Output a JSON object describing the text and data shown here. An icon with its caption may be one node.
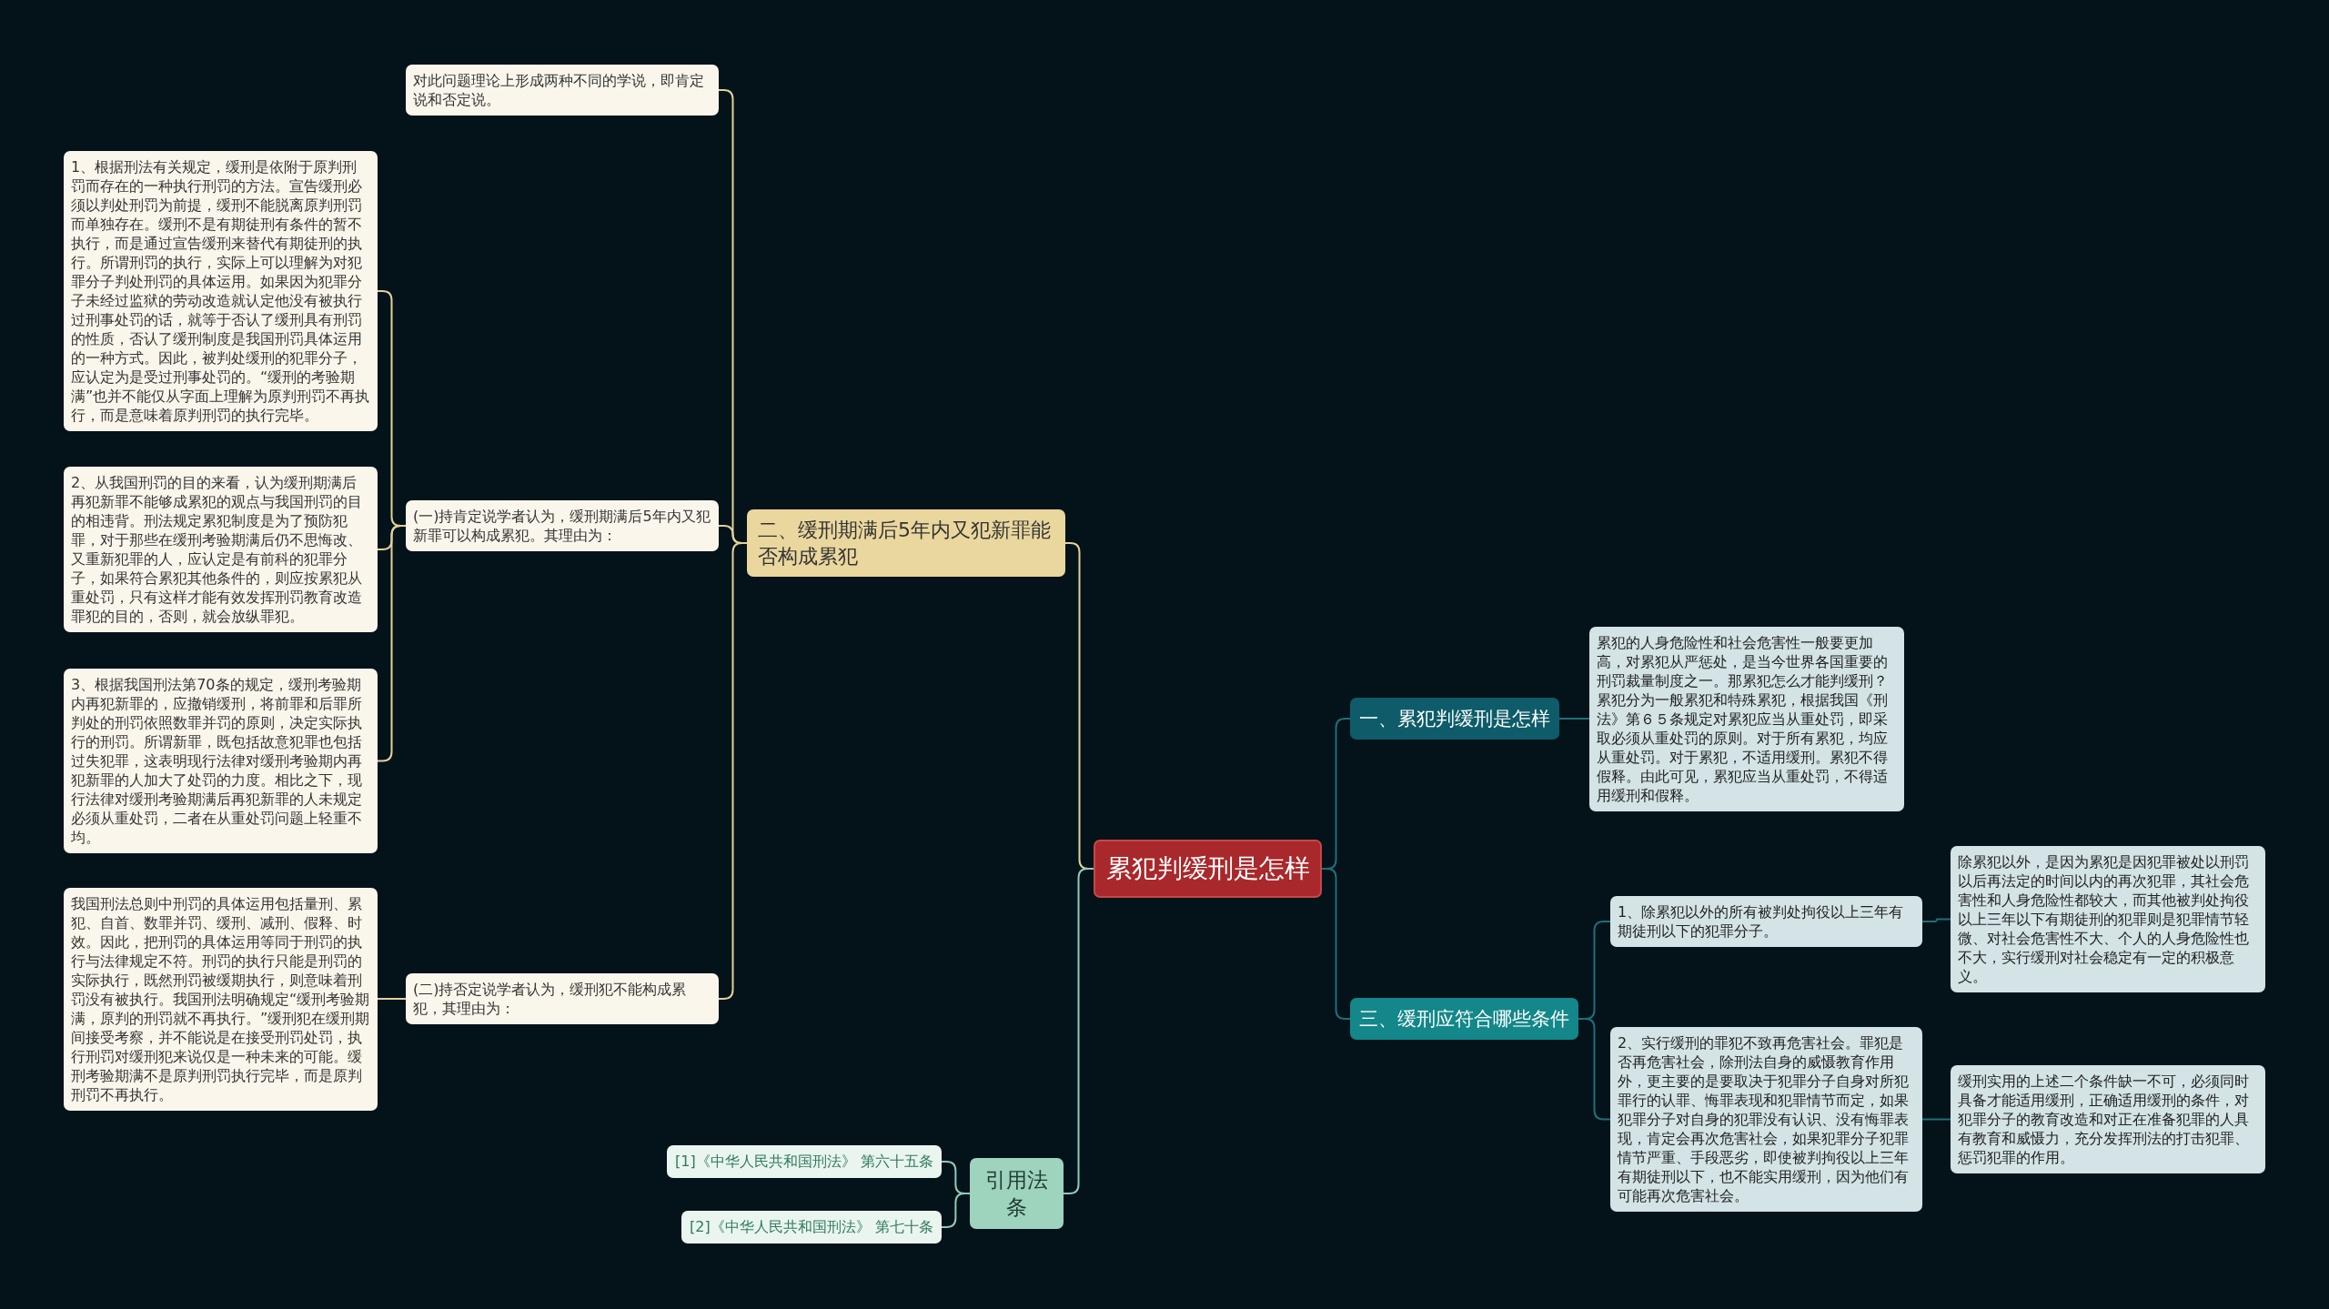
{
  "diagram": {
    "nodes": [
      {
        "text": [
          "累犯判缓刑是怎样"
        ]
      },
      {
        "text": [
          "二、缓刑期满后5年内又犯新罪能否构成累犯"
        ]
      },
      {
        "text": [
          "对此问题理论上形成两种不同的学说，即肯定说和否定说。"
        ]
      },
      {
        "text": [
          "(一)持肯定说学者认为，缓刑期满后5年内又犯新罪可以构成累犯。其理由为："
        ]
      },
      {
        "text": [
          "1、根据刑法有关规定，缓刑是依附于原判刑罚而存在的一种执行刑罚的方法。宣告缓刑必须以判处刑罚为前提，缓刑不能脱离原判刑罚而单独存在。缓刑不是有期徒刑有条件的暂不执行，而是通过宣告缓刑来替代有期徒刑的执行。所谓刑罚的执行，实际上可以理解为对犯罪分子判处刑罚的具体运用。如果因为犯罪分子未经过监狱的劳动改造就认定他没有被执行过刑事处罚的话，就等于否认了缓刑具有刑罚的性质，否认了缓刑制度是我国刑罚具体运用的一种方式。因此，被判处缓刑的犯罪分子，应认定为是受过刑事处罚的。“缓刑的考验期满”也并不能仅从字面上理解为原判刑罚不再执行，而是意味着原判刑罚的执行完毕。"
        ]
      },
      {
        "text": [
          "2、从我国刑罚的目的来看，认为缓刑期满后再犯新罪不能够成累犯的观点与我国刑罚的目的相违背。刑法规定累犯制度是为了预防犯罪，对于那些在缓刑考验期满后仍不思悔改、又重新犯罪的人，应认定是有前科的犯罪分子，如果符合累犯其他条件的，则应按累犯从重处罚，只有这样才能有效发挥刑罚教育改造罪犯的目的，否则，就会放纵罪犯。"
        ]
      },
      {
        "text": [
          "3、根据我国刑法第70条的规定，缓刑考验期内再犯新罪的，应撤销缓刑，将前罪和后罪所判处的刑罚依照数罪并罚的原则，决定实际执行的刑罚。所谓新罪，既包括故意犯罪也包括过失犯罪，这表明现行法律对缓刑考验期内再犯新罪的人加大了处罚的力度。相比之下，现行法律对缓刑考验期满后再犯新罪的人未规定必须从重处罚，二者在从重处罚问题上轻重不均。"
        ]
      },
      {
        "text": [
          "(二)持否定说学者认为，缓刑犯不能构成累犯，其理由为："
        ]
      },
      {
        "text": [
          "我国刑法总则中刑罚的具体运用包括量刑、累犯、自首、数罪并罚、缓刑、减刑、假释、时效。因此，把刑罚的具体运用等同于刑罚的执行与法律规定不符。刑罚的执行只能是刑罚的实际执行，既然刑罚被缓期执行，则意味着刑罚没有被执行。我国刑法明确规定“缓刑考验期满，原判的刑罚就不再执行。”缓刑犯在缓刑期间接受考察，并不能说是在接受刑罚处罚，执行刑罚对缓刑犯来说仅是一种未来的可能。缓刑考验期满不是原判刑罚执行完毕，而是原判刑罚不再执行。"
        ]
      },
      {
        "text": [
          "一、累犯判缓刑是怎样"
        ]
      },
      {
        "text": [
          "累犯的人身危险性和社会危害性一般要更加高，对累犯从严惩处，是当今世界各国重要的刑罚裁量制度之一。那累犯怎么才能判缓刑？累犯分为一般累犯和特殊累犯，根据我国《刑法》第６５条规定对累犯应当从重处罚，即采取必须从重处罚的原则。对于所有累犯，均应从重处罚。对于累犯，不适用缓刑。累犯不得假释。由此可见，累犯应当从重处罚，不得适用缓刑和假释。"
        ]
      },
      {
        "text": [
          "三、缓刑应符合哪些条件"
        ]
      },
      {
        "text": [
          "1、除累犯以外的所有被判处拘役以上三年有期徒刑以下的犯罪分子。"
        ]
      },
      {
        "text": [
          "除累犯以外，是因为累犯是因犯罪被处以刑罚以后再法定的时间以内的再次犯罪，其社会危害性和人身危险性都较大，而其他被判处拘役以上三年以下有期徒刑的犯罪则是犯罪情节轻微、对社会危害性不大、个人的人身危险性也不大，实行缓刑对社会稳定有一定的积极意义。"
        ]
      },
      {
        "text": [
          "2、实行缓刑的罪犯不致再危害社会。罪犯是否再危害社会，除刑法自身的威慑教育作用外，更主要的是要取决于犯罪分子自身对所犯罪行的认罪、悔罪表现和犯罪情节而定，如果犯罪分子对自身的犯罪没有认识、没有悔罪表现，肯定会再次危害社会，如果犯罪分子犯罪情节严重、手段恶劣，即使被判拘役以上三年有期徒刑以下，也不能实用缓刑，因为他们有可能再次危害社会。"
        ]
      },
      {
        "text": [
          "缓刑实用的上述二个条件缺一不可，必须同时具备才能适用缓刑，正确适用缓刑的条件，对犯罪分子的教育改造和对正在准备犯罪的人具有教育和威慑力，充分发挥刑法的打击犯罪、惩罚犯罪的作用。"
        ]
      },
      {
        "text": [
          "引用法条"
        ]
      },
      {
        "text": [
          "[1]《中华人民共和国刑法》 第六十五条"
        ]
      },
      {
        "text": [
          "[2]《中华人民共和国刑法》 第七十条"
        ]
      }
    ],
    "edges": [
      {
        "from": 0,
        "to": 1,
        "arrow": "none"
      },
      {
        "from": 1,
        "to": 2,
        "arrow": "none"
      },
      {
        "from": 1,
        "to": 3,
        "arrow": "none"
      },
      {
        "from": 3,
        "to": 4,
        "arrow": "none"
      },
      {
        "from": 3,
        "to": 5,
        "arrow": "none"
      },
      {
        "from": 3,
        "to": 6,
        "arrow": "none"
      },
      {
        "from": 1,
        "to": 7,
        "arrow": "none"
      },
      {
        "from": 7,
        "to": 8,
        "arrow": "none"
      },
      {
        "from": 0,
        "to": 9,
        "arrow": "none",
        "color": "#1f6f7a"
      },
      {
        "from": 9,
        "to": 10,
        "arrow": "none",
        "color": "#1f6f7a"
      },
      {
        "from": 0,
        "to": 11,
        "arrow": "none",
        "color": "#1f6f7a"
      },
      {
        "from": 11,
        "to": 12,
        "arrow": "none",
        "color": "#1f6f7a"
      },
      {
        "from": 12,
        "to": 13,
        "arrow": "none",
        "color": "#1f6f7a"
      },
      {
        "from": 11,
        "to": 14,
        "arrow": "none",
        "color": "#1f6f7a"
      },
      {
        "from": 14,
        "to": 15,
        "arrow": "none",
        "color": "#1f6f7a"
      },
      {
        "from": 0,
        "to": 16,
        "arrow": "none",
        "color": "#8fcbb4"
      },
      {
        "from": 16,
        "to": 17,
        "arrow": "none",
        "color": "#8fcbb4"
      },
      {
        "from": 16,
        "to": 18,
        "arrow": "none",
        "color": "#8fcbb4"
      }
    ]
  }
}
